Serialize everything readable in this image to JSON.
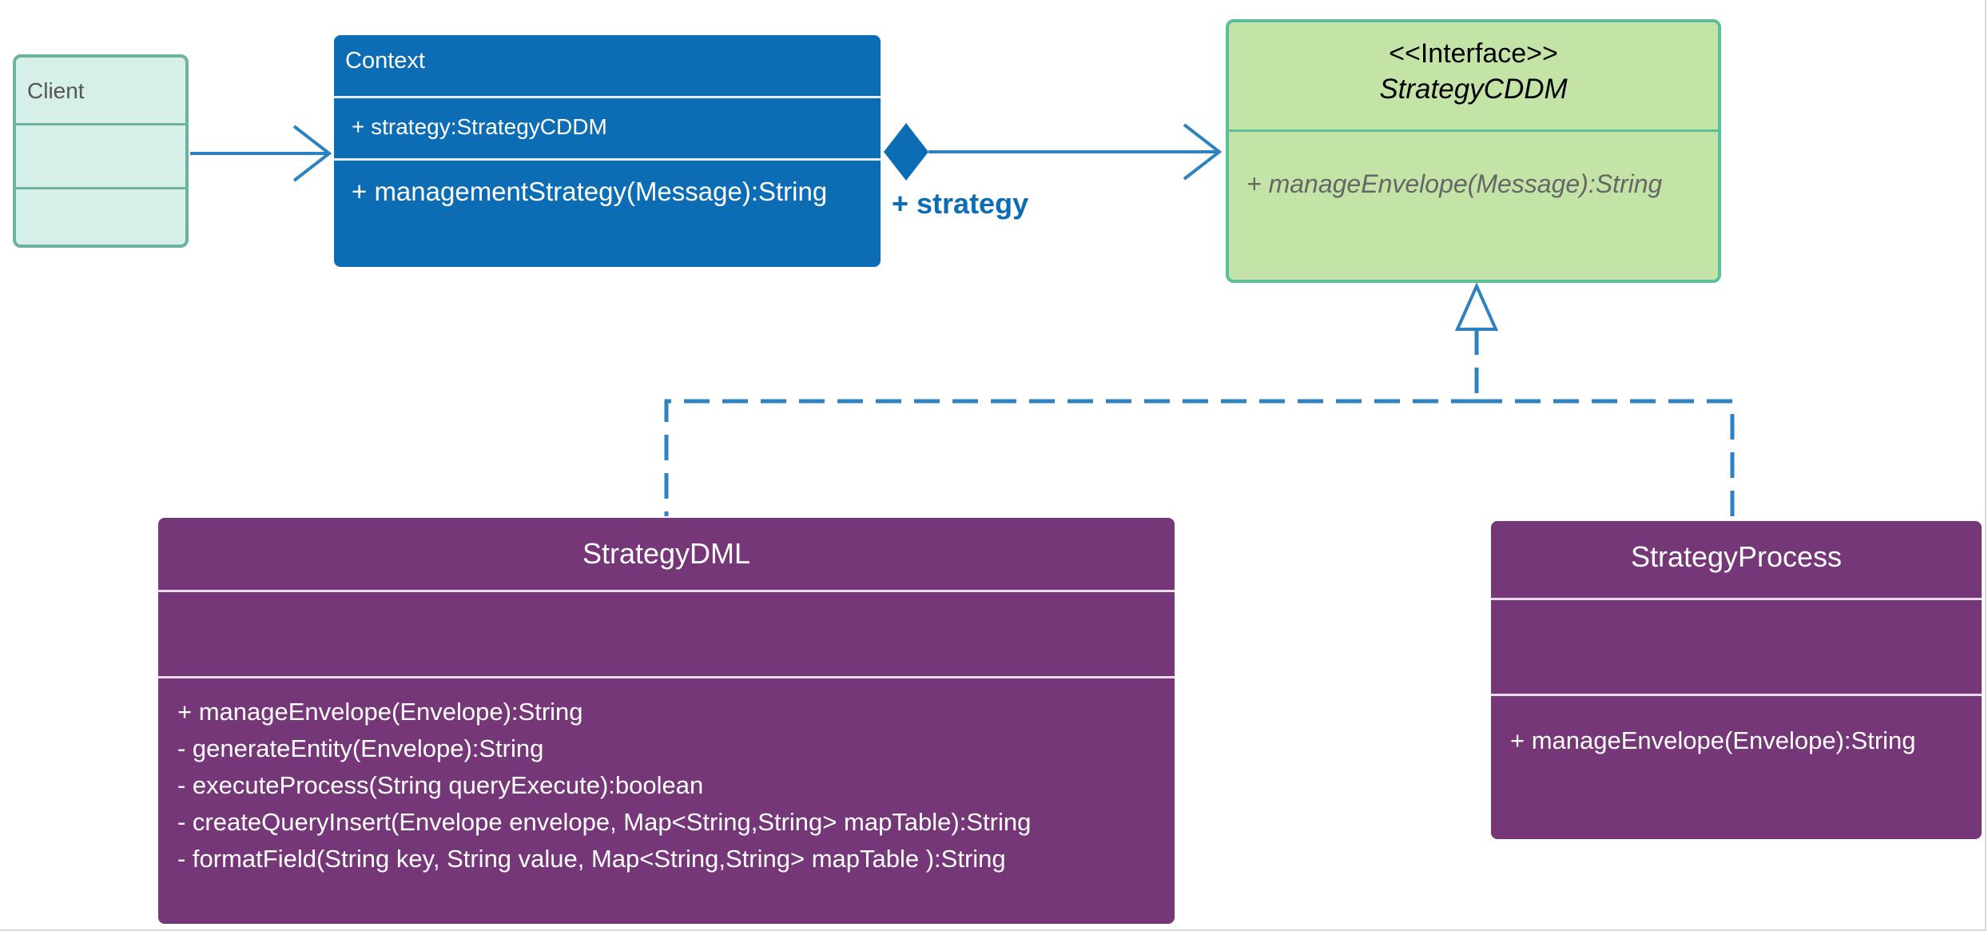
{
  "colors": {
    "client_fill": "#d6efe8",
    "client_border": "#6cb2a1",
    "context_fill": "#0c6cb4",
    "interface_fill": "#c4e4a7",
    "interface_border": "#5dbf98",
    "strategy_fill": "#763779",
    "connector": "#2d82bf"
  },
  "client": {
    "title": "Client"
  },
  "context": {
    "title": "Context",
    "attribute": "+  strategy:StrategyCDDM",
    "operation": "+ managementStrategy(Message):String"
  },
  "association": {
    "label": "+ strategy"
  },
  "interface": {
    "stereotype": "<<Interface>>",
    "name": "StrategyCDDM",
    "operation": "+ manageEnvelope(Message):String"
  },
  "strategy_dml": {
    "name": "StrategyDML",
    "operations": [
      "+ manageEnvelope(Envelope):String",
      "- generateEntity(Envelope):String",
      "- executeProcess(String queryExecute):boolean",
      "- createQueryInsert(Envelope envelope, Map<String,String> mapTable):String",
      "- formatField(String key, String value, Map<String,String> mapTable ):String"
    ]
  },
  "strategy_process": {
    "name": "StrategyProcess",
    "operations": [
      "+ manageEnvelope(Envelope):String"
    ]
  }
}
